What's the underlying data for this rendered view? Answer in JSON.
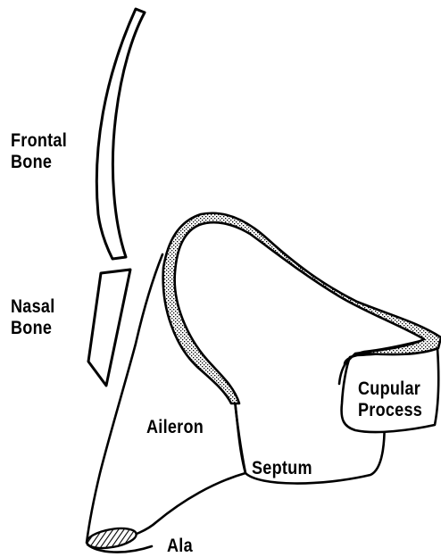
{
  "labels": {
    "frontal_bone": [
      "Frontal",
      "Bone"
    ],
    "nasal_bone": [
      "Nasal",
      "Bone"
    ],
    "aileron": "Aileron",
    "septum": "Septum",
    "cupular_process": [
      "Cupular",
      "Process"
    ],
    "ala": "Ala"
  },
  "colors": {
    "ink": "#000000",
    "background": "#ffffff"
  }
}
